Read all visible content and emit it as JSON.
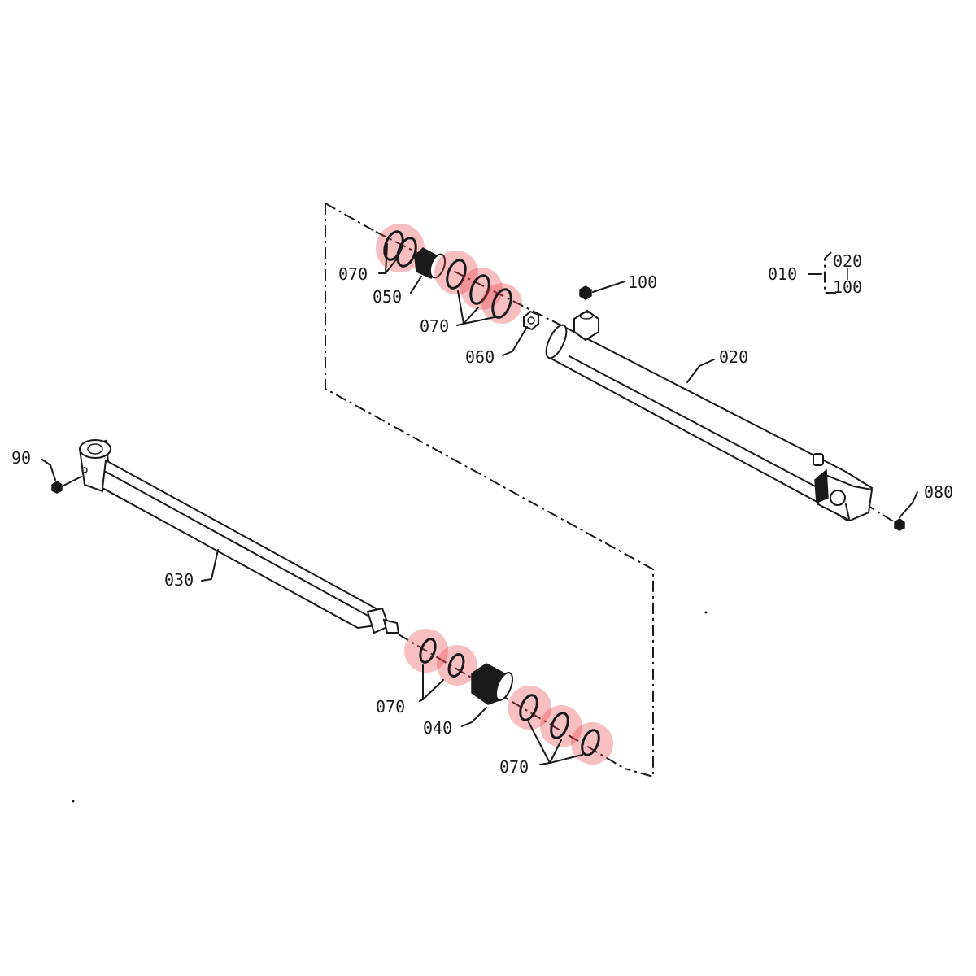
{
  "labels": {
    "n010": "010",
    "n020_group": "020",
    "n100_group": "100",
    "n100": "100",
    "n020": "020",
    "n050": "050",
    "n060": "060",
    "n070_top_left": "070",
    "n070_top_mid": "070",
    "n030": "030",
    "n90": "90",
    "n080": "080",
    "n070_bottom_left": "070",
    "n040": "040",
    "n070_bottom_right": "070"
  },
  "highlight_color": "#e8383d"
}
